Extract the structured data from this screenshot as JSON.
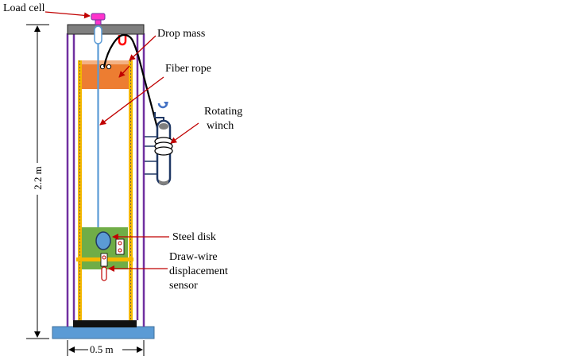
{
  "labels": {
    "load_cell": "Load cell",
    "drop_mass": "Drop mass",
    "fiber_rope": "Fiber rope",
    "rotating_winch_line1": "Rotating",
    "rotating_winch_line2": "winch",
    "steel_disk": "Steel disk",
    "sensor_line1": "Draw-wire",
    "sensor_line2": "displacement",
    "sensor_line3": "sensor"
  },
  "dimensions": {
    "height": "2.2 m",
    "width": "0.5 m"
  },
  "colors": {
    "frame_outer": "#7030a0",
    "rail": "#f5b800",
    "drop_mass": "#ed7d31",
    "carriage": "#70ad47",
    "rope": "#5b9bd5",
    "steel_disk": "#5b9bd5",
    "base": "#5b9bd5",
    "top_plate": "#7f7f7f",
    "winch": "#203864",
    "arrow": "#c00000",
    "load_cell": "#ff33cc"
  }
}
